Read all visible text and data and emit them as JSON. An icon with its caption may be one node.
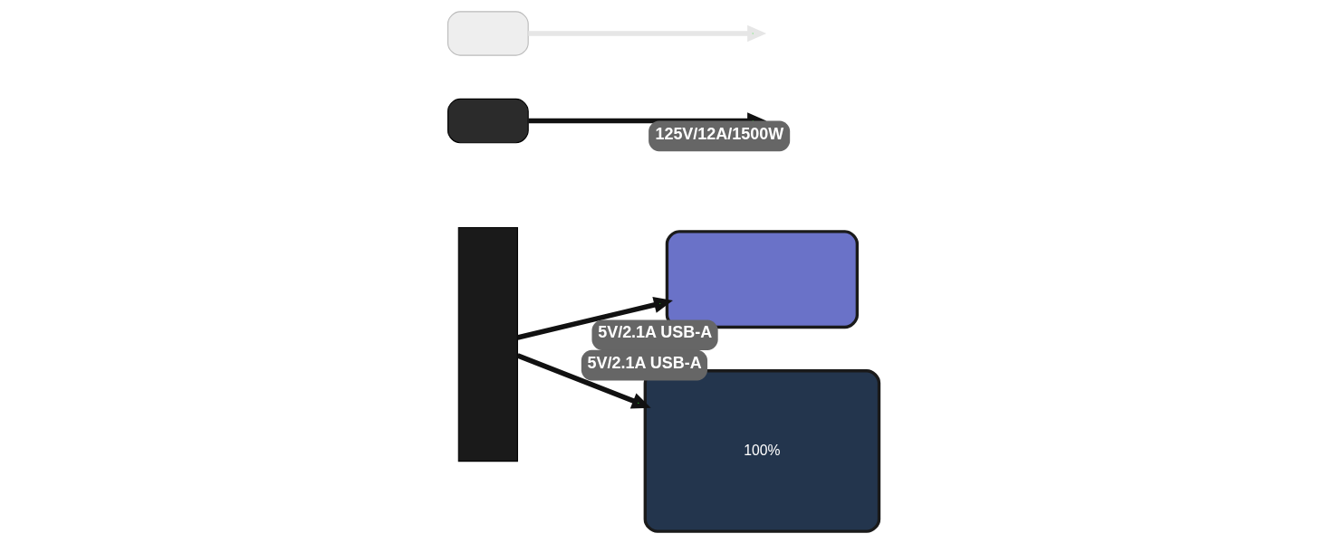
{
  "diagram": {
    "nodes": [
      {
        "text": [],
        "shape": "box"
      },
      {
        "text": [],
        "shape": "box"
      },
      {
        "text": [],
        "shape": "box"
      },
      {
        "text": [],
        "shape": "box"
      },
      {
        "text": [
          "100%"
        ]
      }
    ],
    "edges": [
      {
        "from": 0,
        "to": 3,
        "arrow": "to",
        "label": "5V/2.1A USB-A"
      },
      {
        "from": 0,
        "to": 4,
        "arrow": "to",
        "label": "5V/2.1A USB-A"
      },
      {
        "from": 1,
        "to": null,
        "arrow": "to",
        "label": "125V/12A/1500W"
      },
      {
        "from": 2,
        "to": null,
        "arrow": "to",
        "color": "#e6e6e6"
      }
    ]
  }
}
